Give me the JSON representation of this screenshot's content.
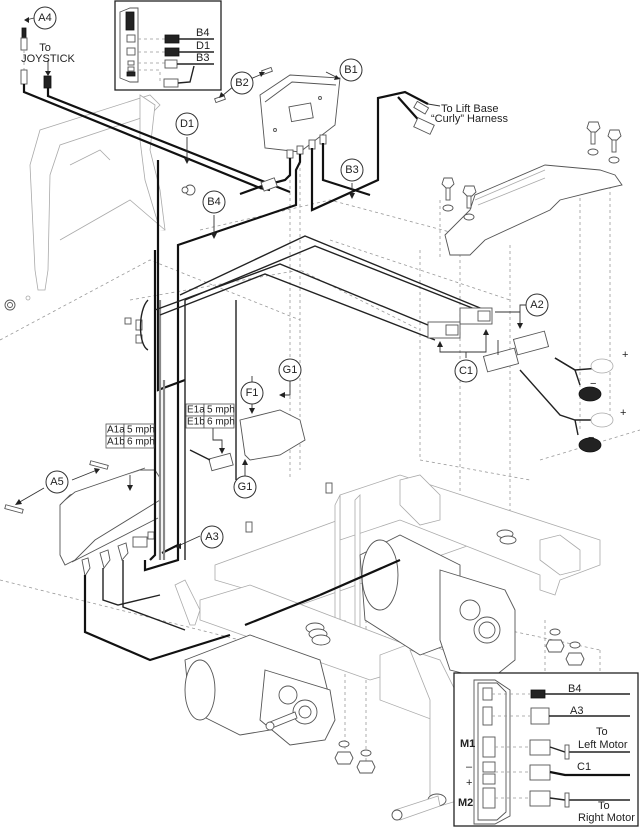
{
  "diagram": {
    "title": "Electronics / Wiring Harness Exploded View",
    "callouts": {
      "A2": "A2",
      "A3": "A3",
      "A4": "A4",
      "A5": "A5",
      "B1": "B1",
      "B2": "B2",
      "B3": "B3",
      "B4": "B4",
      "C1": "C1",
      "D1": "D1",
      "F1": "F1",
      "G1_top": "G1",
      "G1_bottom": "G1"
    },
    "notes": {
      "to_joystick_line1": "To",
      "to_joystick_line2": "JOYSTICK",
      "lift_base_line1": "To Lift Base",
      "lift_base_line2": "“Curly” Harness"
    },
    "speed_tables": {
      "A": [
        {
          "code": "A1a",
          "speed": "5 mph"
        },
        {
          "code": "A1b",
          "speed": "6 mph"
        }
      ],
      "E": [
        {
          "code": "E1a",
          "speed": "5 mph"
        },
        {
          "code": "E1b",
          "speed": "6 mph"
        }
      ]
    },
    "battery_terminals": {
      "plus": "+",
      "minus": "−"
    },
    "inset_top": {
      "labels": [
        "B4",
        "D1",
        "B3"
      ]
    },
    "inset_bottom": {
      "side_labels": {
        "m1": "M1",
        "minus": "–",
        "plus": "+",
        "m2": "M2"
      },
      "rows": [
        {
          "label": "B4",
          "note1": "",
          "note2": ""
        },
        {
          "label": "A3",
          "note1": "",
          "note2": ""
        },
        {
          "label": "",
          "note1": "To",
          "note2": "Left Motor"
        },
        {
          "label": "C1",
          "note1": "",
          "note2": ""
        },
        {
          "label": "",
          "note1": "To",
          "note2": "Right Motor"
        }
      ]
    },
    "icons": {
      "controller": "controller-module-icon",
      "motor": "drive-motor-icon",
      "bolt": "bolt-icon",
      "connector": "connector-icon"
    }
  }
}
